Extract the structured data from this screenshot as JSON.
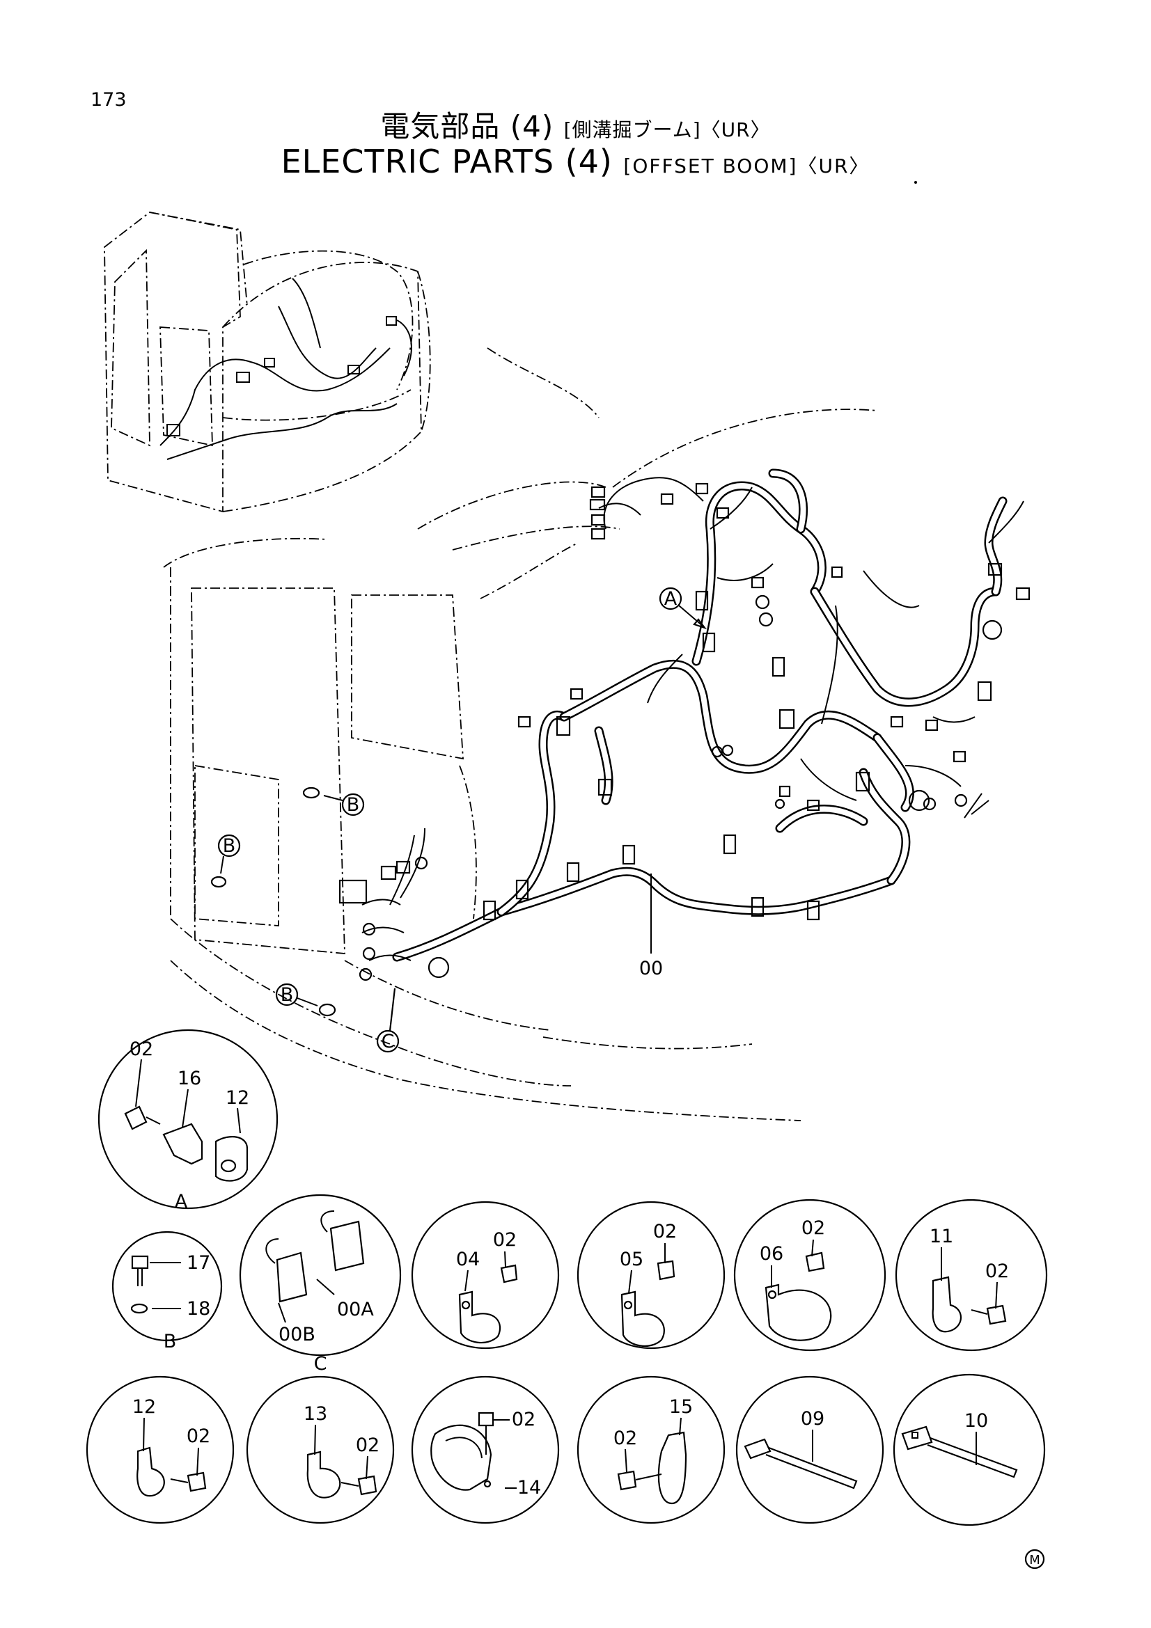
{
  "page_number": "173",
  "title": {
    "jp_main": "電気部品 (4)",
    "jp_sub": "[側溝掘ブーム]〈UR〉",
    "en_main": "ELECTRIC PARTS (4)",
    "en_sub": "[OFFSET BOOM]〈UR〉"
  },
  "callouts": {
    "a": "A",
    "b": "B",
    "c": "C",
    "harness": "00"
  },
  "details": {
    "a": {
      "caption": "A",
      "parts": [
        "02",
        "16",
        "12"
      ]
    },
    "b": {
      "caption": "B",
      "parts": [
        "17",
        "18"
      ]
    },
    "c": {
      "caption": "C",
      "parts": [
        "00A",
        "00B"
      ]
    },
    "clamp04": {
      "parts": [
        "04",
        "02"
      ]
    },
    "clamp05": {
      "parts": [
        "05",
        "02"
      ]
    },
    "clamp06": {
      "parts": [
        "06",
        "02"
      ]
    },
    "clamp11": {
      "parts": [
        "11",
        "02"
      ]
    },
    "clamp12": {
      "parts": [
        "12",
        "02"
      ]
    },
    "clamp13": {
      "parts": [
        "13",
        "02"
      ]
    },
    "clamp14": {
      "parts": [
        "02",
        "14"
      ]
    },
    "clamp15": {
      "parts": [
        "15",
        "02"
      ]
    },
    "tie09": {
      "parts": [
        "09"
      ]
    },
    "tie10": {
      "parts": [
        "10"
      ]
    }
  },
  "mark": "M"
}
